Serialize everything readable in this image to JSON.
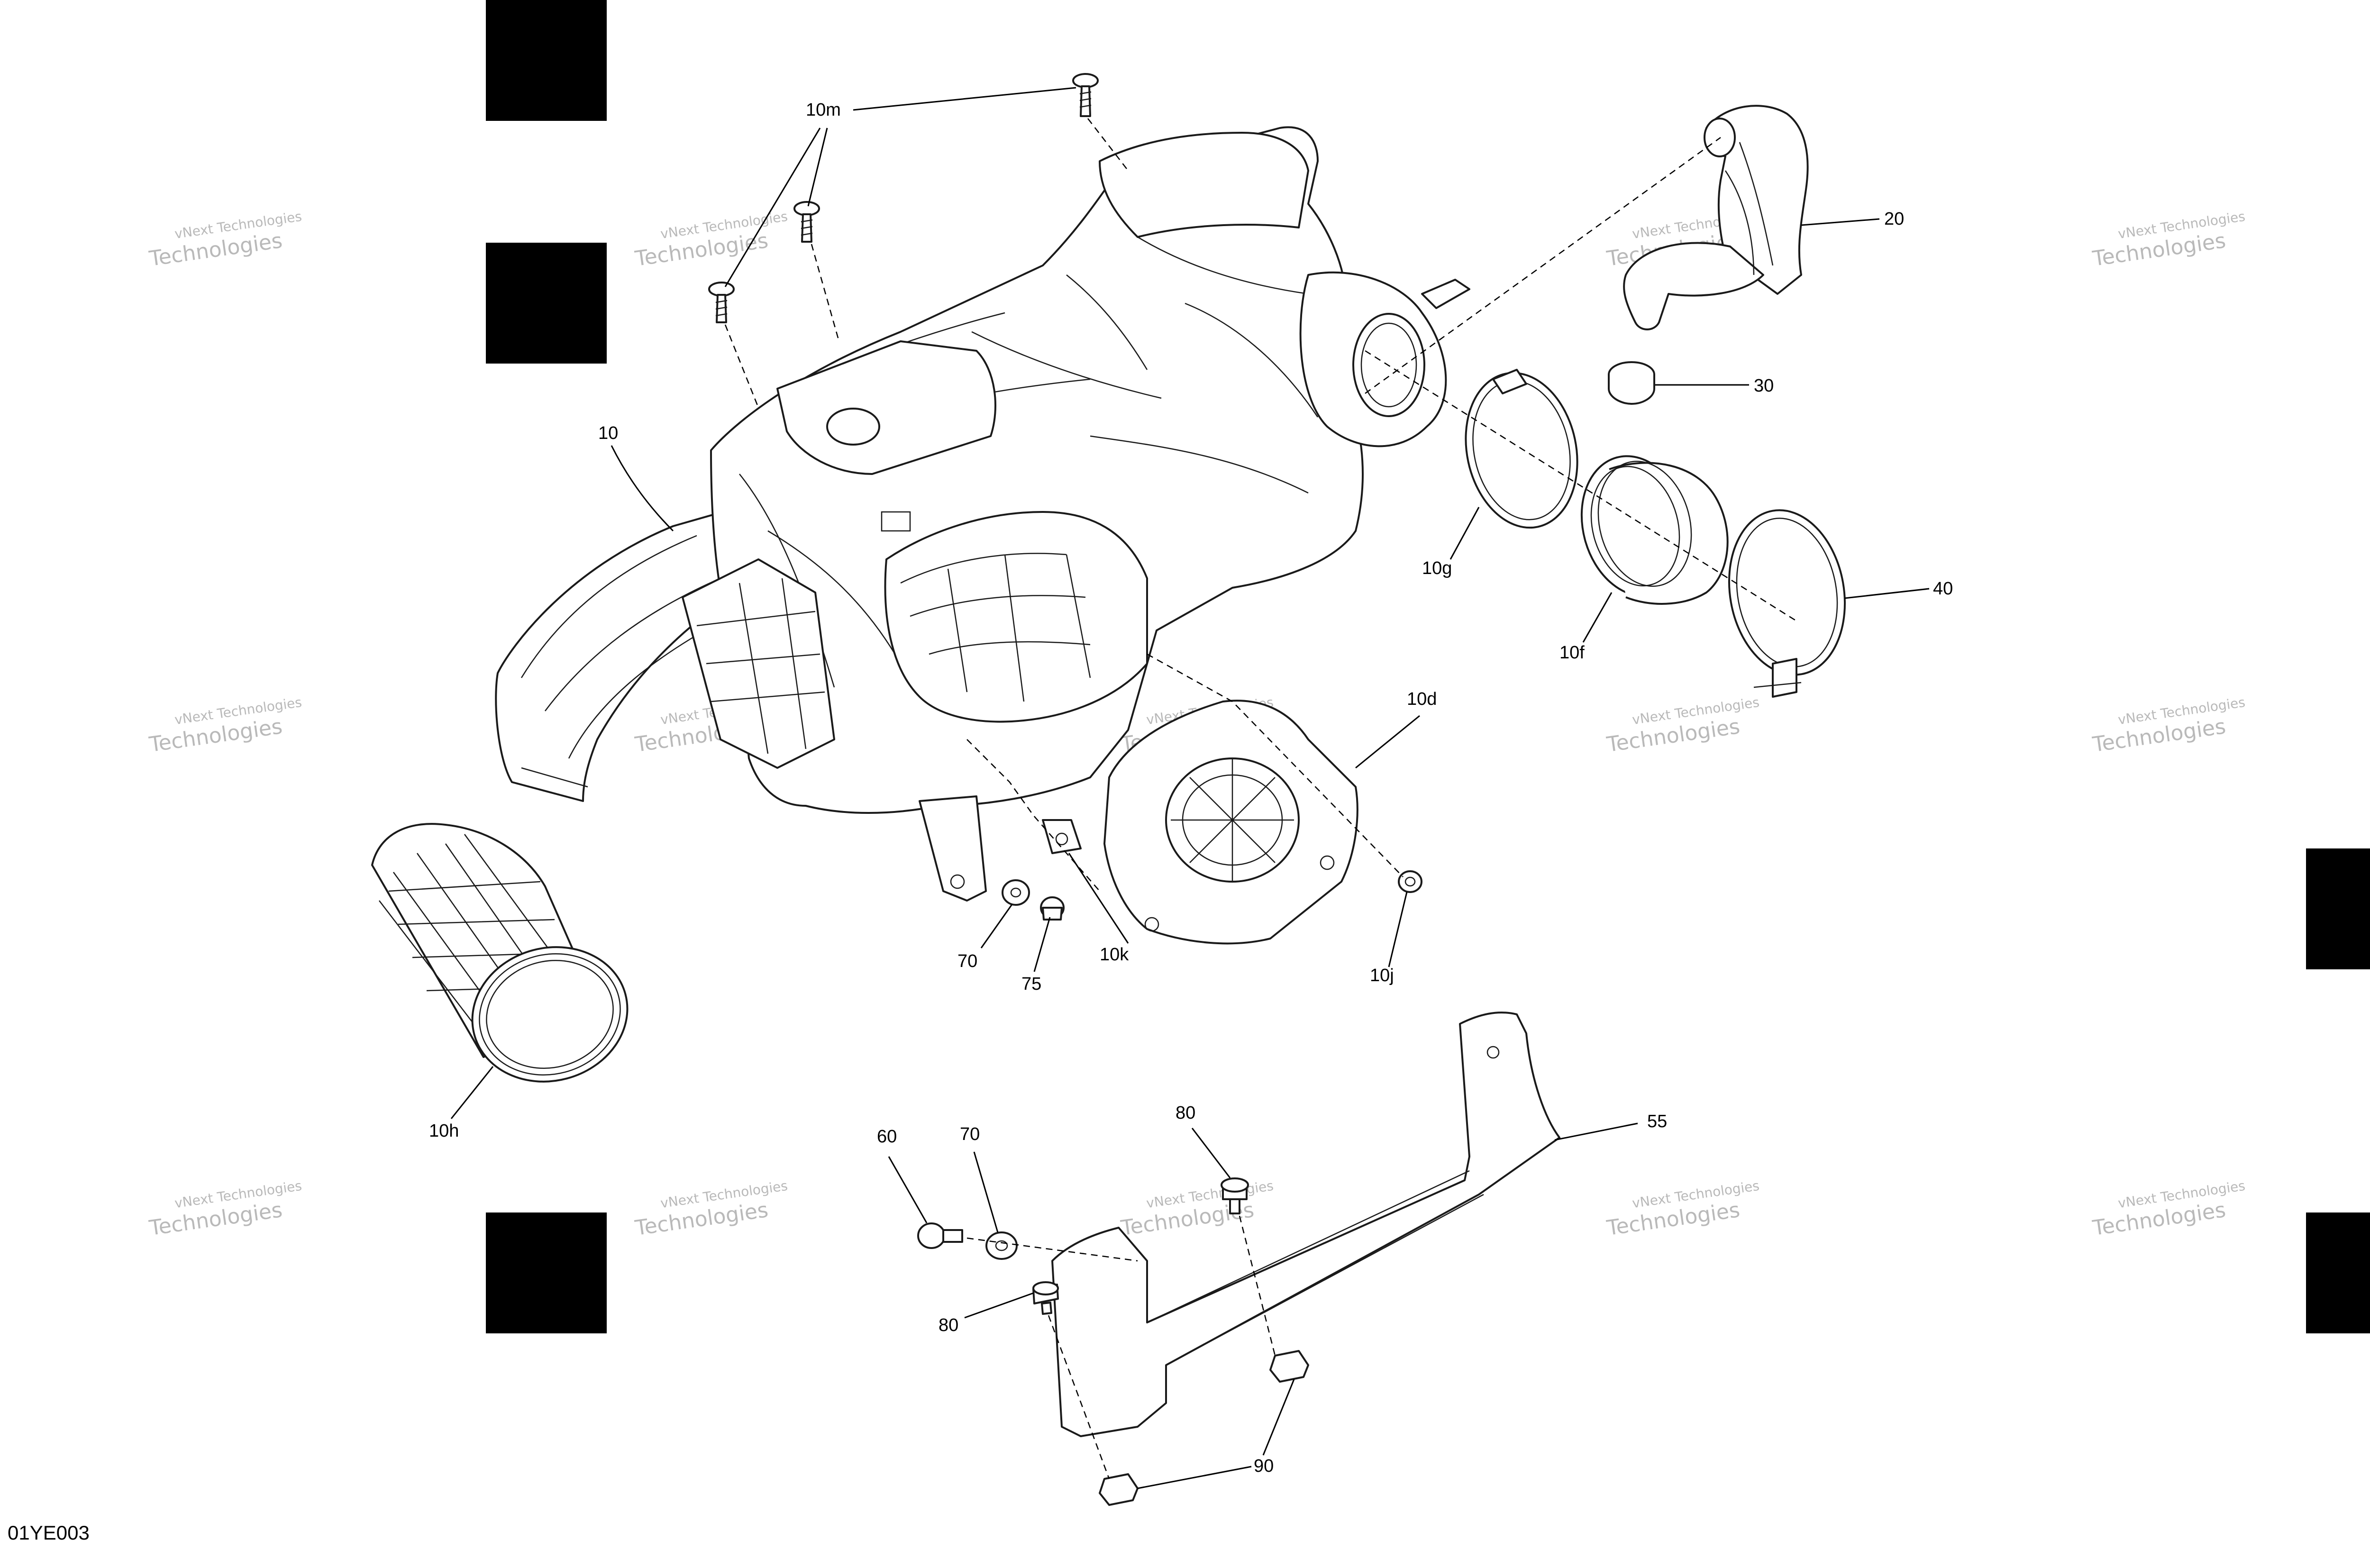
{
  "drawing_code": "01YE003",
  "watermark": {
    "line1": "vNext Technologies",
    "line2": "Technologies"
  },
  "callouts": [
    "10m",
    "20",
    "10",
    "30",
    "10g",
    "40",
    "10f",
    "10d",
    "70",
    "75",
    "10k",
    "10j",
    "10h",
    "80",
    "55",
    "60",
    "70",
    "80",
    "90"
  ],
  "colors": {
    "line": "#1a1a1a",
    "watermark": "#b9b9b9",
    "registration_block": "#000000"
  }
}
